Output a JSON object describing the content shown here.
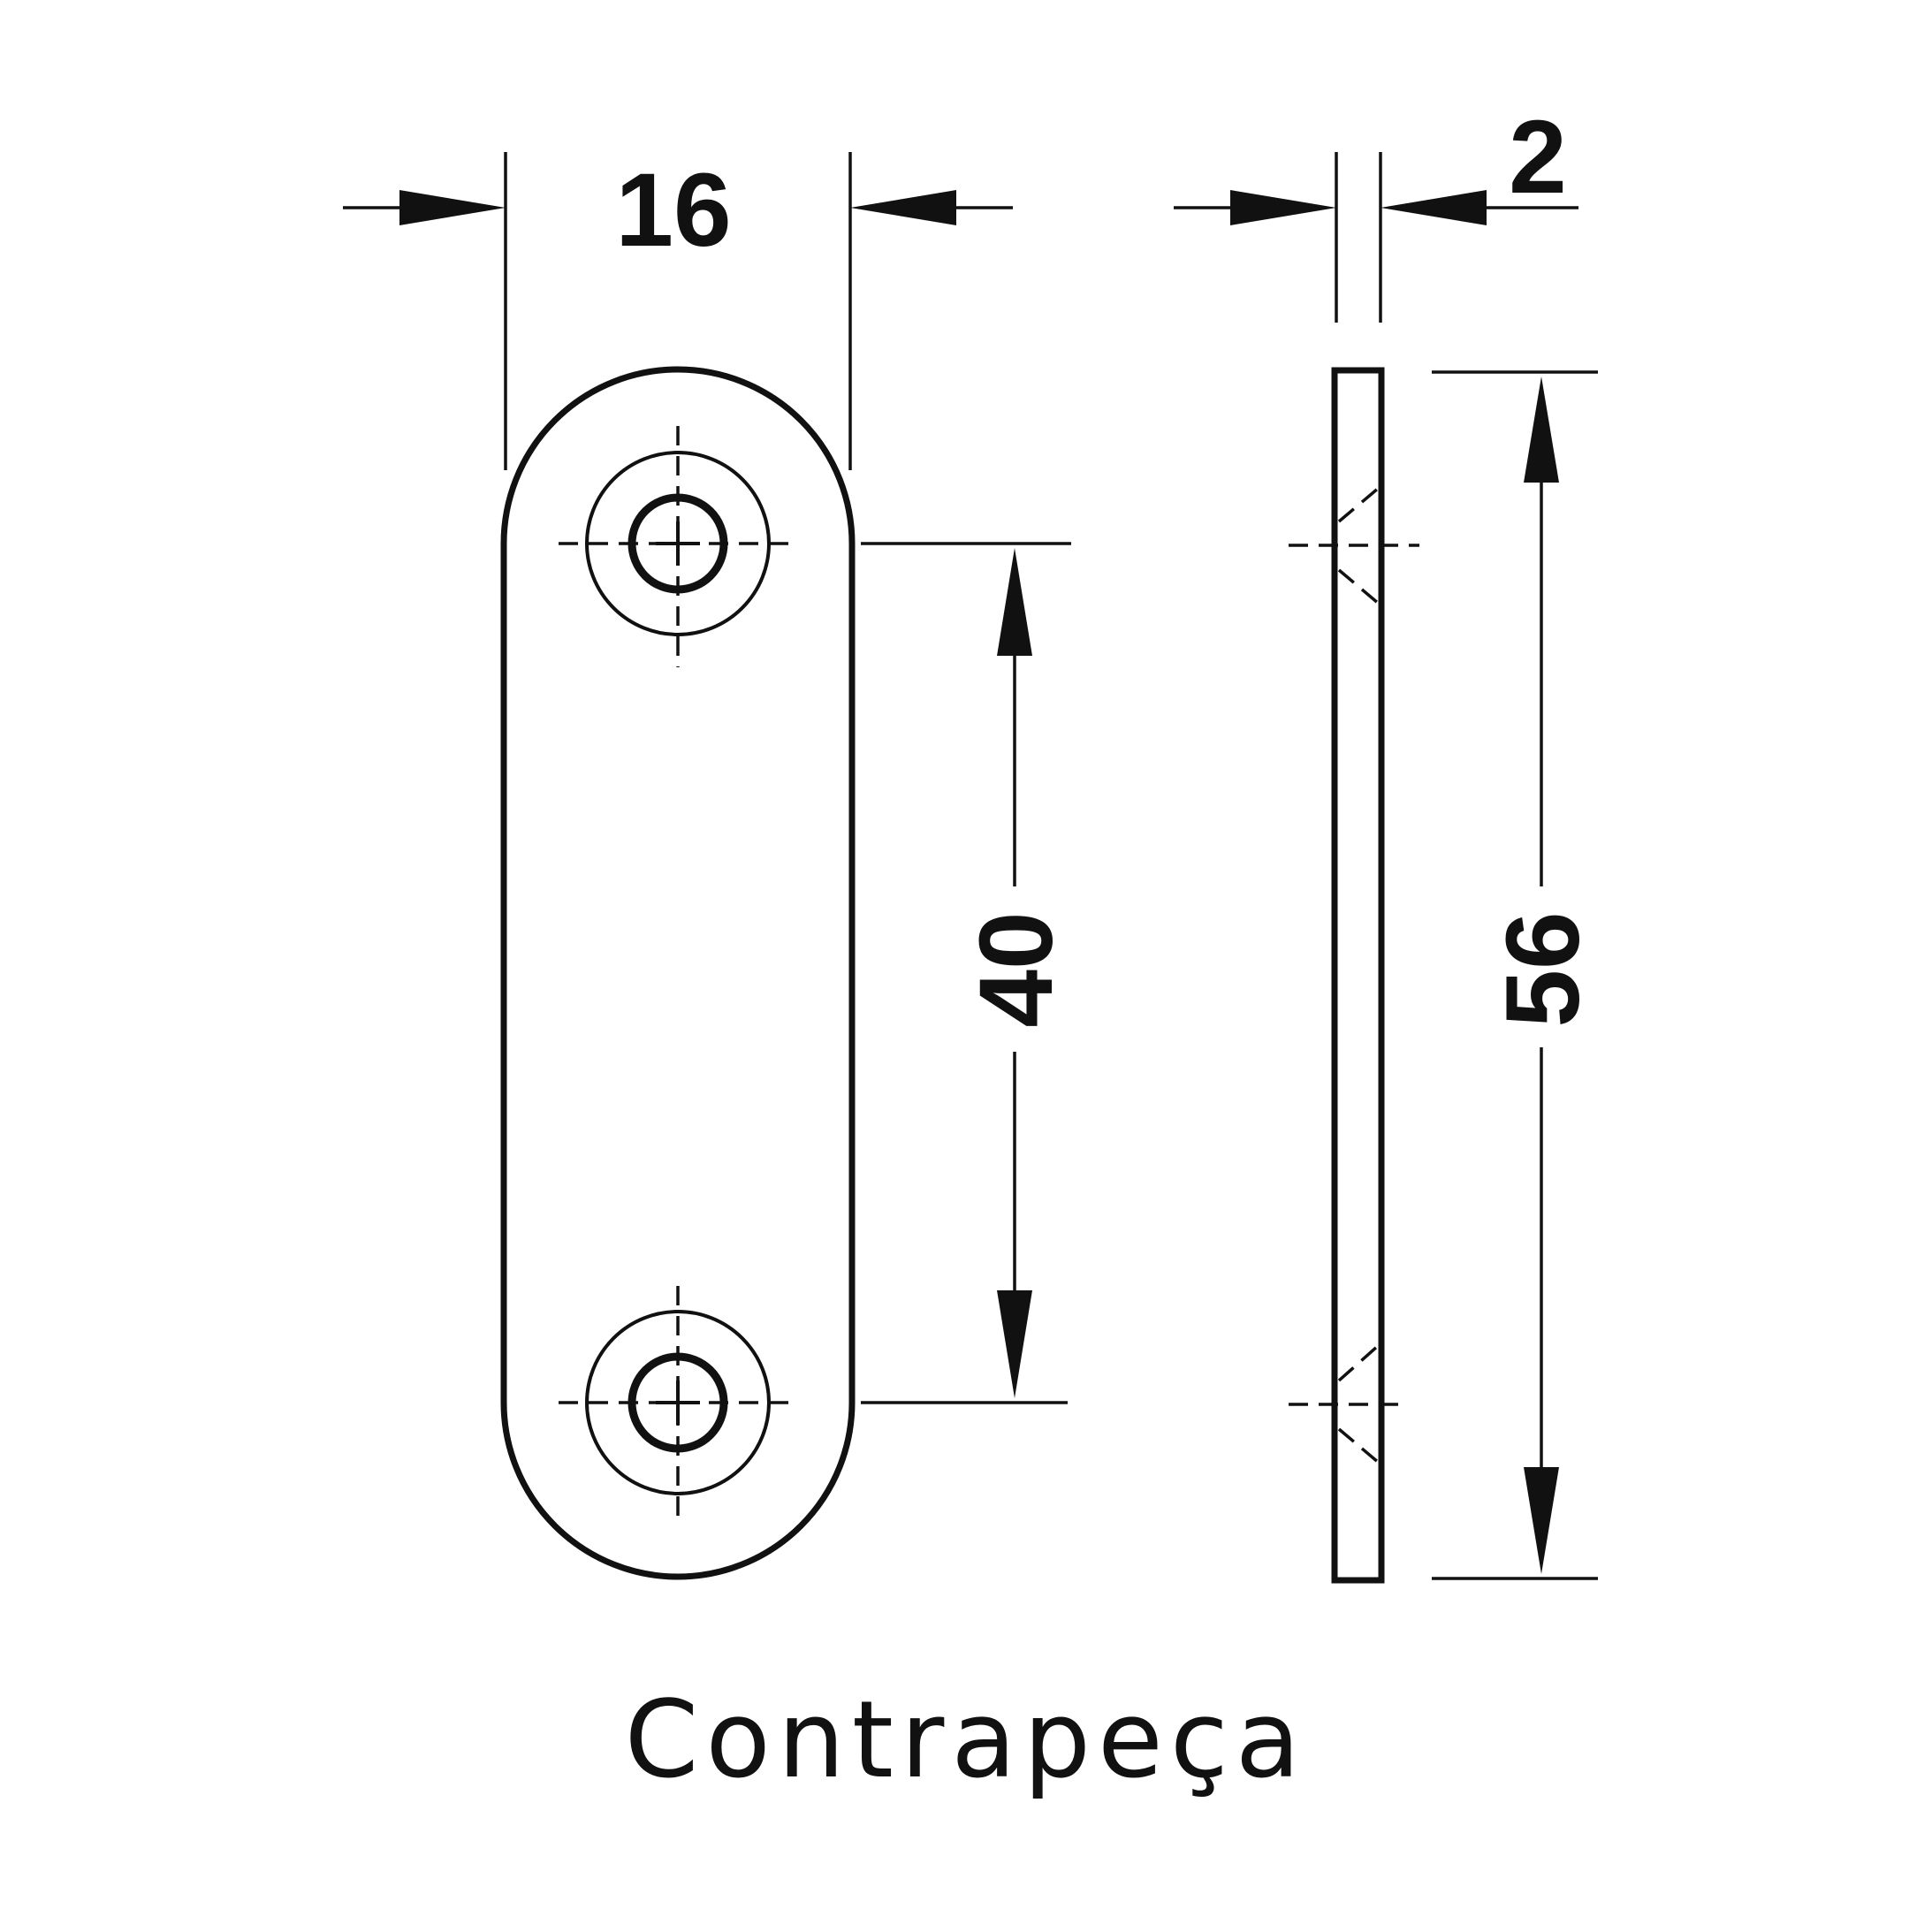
{
  "drawing": {
    "stroke_color": "#111111",
    "background": "#ffffff",
    "dimensions": {
      "width": "16",
      "thickness": "2",
      "hole_spacing": "40",
      "length": "56"
    },
    "caption": "Contrapeça"
  }
}
